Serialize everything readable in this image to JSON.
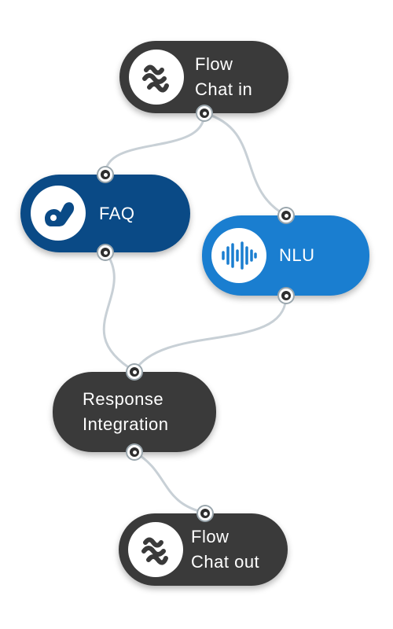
{
  "diagram": {
    "nodes": [
      {
        "id": "flow-chat-in",
        "line1": "Flow",
        "line2": "Chat in",
        "icon": "flow-logo-icon",
        "color": "#3a3a3a"
      },
      {
        "id": "faq",
        "label": "FAQ",
        "icon": "faq-logo-icon",
        "color": "#0a4a86"
      },
      {
        "id": "nlu",
        "label": "NLU",
        "icon": "nlu-soundwave-icon",
        "color": "#1a7ed0"
      },
      {
        "id": "response-integration",
        "line1": "Response",
        "line2": "Integration",
        "color": "#3a3a3a"
      },
      {
        "id": "flow-chat-out",
        "line1": "Flow",
        "line2": "Chat out",
        "icon": "flow-logo-icon",
        "color": "#3a3a3a"
      }
    ],
    "edges": [
      {
        "from": "flow-chat-in",
        "to": "faq"
      },
      {
        "from": "flow-chat-in",
        "to": "nlu"
      },
      {
        "from": "faq",
        "to": "response-integration"
      },
      {
        "from": "nlu",
        "to": "response-integration"
      },
      {
        "from": "response-integration",
        "to": "flow-chat-out"
      }
    ],
    "edge_color": "#c8d0d6"
  }
}
